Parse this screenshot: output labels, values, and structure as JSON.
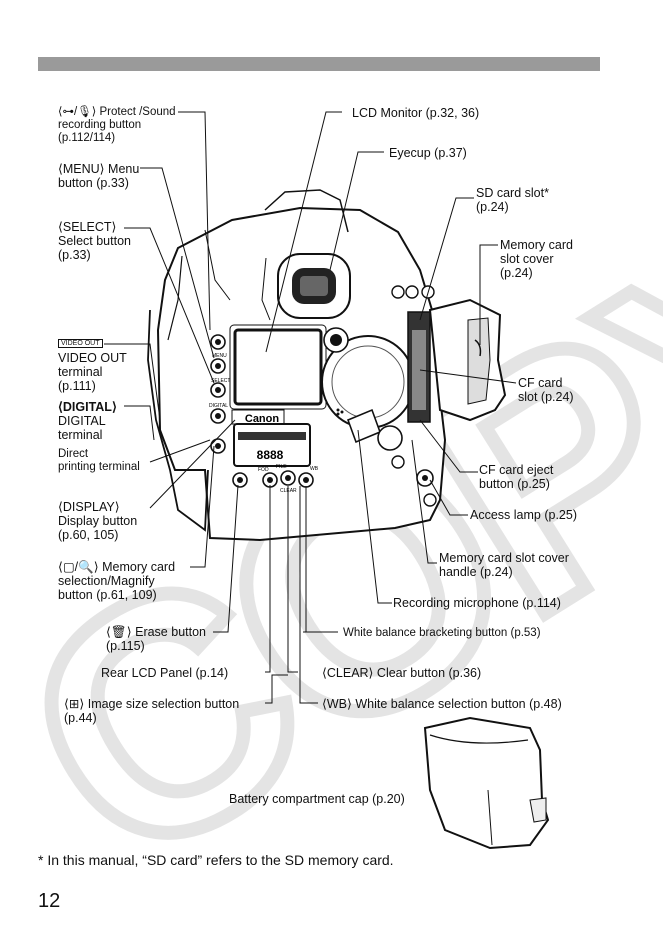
{
  "labels": {
    "protect_key": "⟨⊶/🎙⟩",
    "protect": "Protect /Sound",
    "protect_l2": "recording button",
    "protect_l3": "(p.112/114)",
    "menu_key": "⟨MENU⟩",
    "menu": "Menu",
    "menu_l2": "button (p.33)",
    "select_key": "⟨SELECT⟩",
    "select_l2": "Select button",
    "select_l3": "(p.33)",
    "video_key": "VIDEO OUT",
    "video_l1": "VIDEO OUT",
    "video_l2": "terminal",
    "video_l3": "(p.111)",
    "digital_key": "⟨DIGITAL⟩",
    "digital_l2": "DIGITAL",
    "digital_l3": "terminal",
    "direct_l1": "Direct",
    "direct_l2": "printing terminal",
    "display_key": "⟨DISPLAY⟩",
    "display_l2": "Display button",
    "display_l3": "(p.60, 105)",
    "memsel": "Memory card",
    "memsel_l2": "selection/Magnify",
    "memsel_l3": "button (p.61, 109)",
    "erase": "Erase button",
    "erase_l2": "(p.115)",
    "rearlcd": "Rear LCD Panel (p.14)",
    "imgsize": "Image size selection button",
    "imgsize_l2": "(p.44)",
    "lcd": "LCD Monitor (p.32, 36)",
    "eyecup": "Eyecup (p.37)",
    "sd_l1": "SD card slot*",
    "sd_l2": "(p.24)",
    "memcover_l1": "Memory card",
    "memcover_l2": "slot cover",
    "memcover_l3": "(p.24)",
    "cf_l1": "CF card",
    "cf_l2": "slot (p.24)",
    "cfeject_l1": "CF card eject",
    "cfeject_l2": "button (p.25)",
    "access": "Access lamp (p.25)",
    "handle_l1": "Memory card slot cover",
    "handle_l2": "handle (p.24)",
    "mic": "Recording microphone (p.114)",
    "wbbracket": "White balance bracketing button (p.53)",
    "clear_key": "⟨CLEAR⟩",
    "clear": "Clear button (p.36)",
    "wb_key": "⟨WB⟩",
    "wb": "White balance selection button (p.48)",
    "battery": "Battery compartment cap (p.20)"
  },
  "camera": {
    "brand": "Canon",
    "lcd_digits": "8888",
    "btn_digital": "DIGITAL",
    "btn_menu": "MENU",
    "btn_select": "SELECT",
    "btn_clear": "CLEAR",
    "btn_fod": "FOD",
    "btn_file": "FILE",
    "btn_wb": "WB"
  },
  "footnote": "* In this manual, “SD card” refers to the SD memory card.",
  "page_number": "12",
  "watermark": "COPY"
}
